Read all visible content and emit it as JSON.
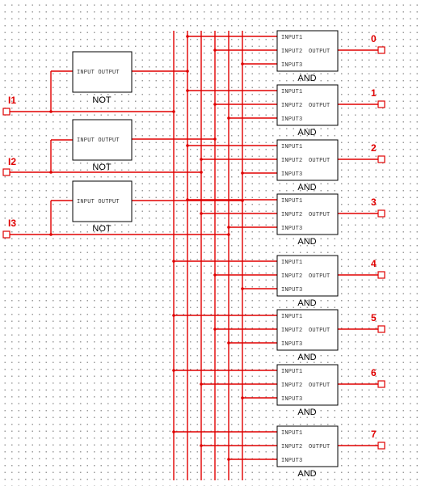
{
  "inputs": [
    {
      "label": "I1"
    },
    {
      "label": "I2"
    },
    {
      "label": "I3"
    }
  ],
  "not_gates": [
    {
      "label": "NOT",
      "pin_text": "INPUT  OUTPUT"
    },
    {
      "label": "NOT",
      "pin_text": "INPUT  OUTPUT"
    },
    {
      "label": "NOT",
      "pin_text": "INPUT  OUTPUT"
    }
  ],
  "and_gates": [
    {
      "label": "AND",
      "in1": "INPUT1",
      "in2": "INPUT2",
      "out": "OUTPUT",
      "in3": "INPUT3",
      "output_label": "0"
    },
    {
      "label": "AND",
      "in1": "INPUT1",
      "in2": "INPUT2",
      "out": "OUTPUT",
      "in3": "INPUT3",
      "output_label": "1"
    },
    {
      "label": "AND",
      "in1": "INPUT1",
      "in2": "INPUT2",
      "out": "OUTPUT",
      "in3": "INPUT3",
      "output_label": "2"
    },
    {
      "label": "AND",
      "in1": "INPUT1",
      "in2": "INPUT2",
      "out": "OUTPUT",
      "in3": "INPUT3",
      "output_label": "3"
    },
    {
      "label": "AND",
      "in1": "INPUT1",
      "in2": "INPUT2",
      "out": "OUTPUT",
      "in3": "INPUT3",
      "output_label": "4"
    },
    {
      "label": "AND",
      "in1": "INPUT1",
      "in2": "INPUT2",
      "out": "OUTPUT",
      "in3": "INPUT3",
      "output_label": "5"
    },
    {
      "label": "AND",
      "in1": "INPUT1",
      "in2": "INPUT2",
      "out": "OUTPUT",
      "in3": "INPUT3",
      "output_label": "6"
    },
    {
      "label": "AND",
      "in1": "INPUT1",
      "in2": "INPUT2",
      "out": "OUTPUT",
      "in3": "INPUT3",
      "output_label": "7"
    }
  ],
  "colors": {
    "wire": "#e00000",
    "gate_border": "#000000",
    "background": "#ffffff",
    "grid_dot": "#9a9a9a"
  }
}
